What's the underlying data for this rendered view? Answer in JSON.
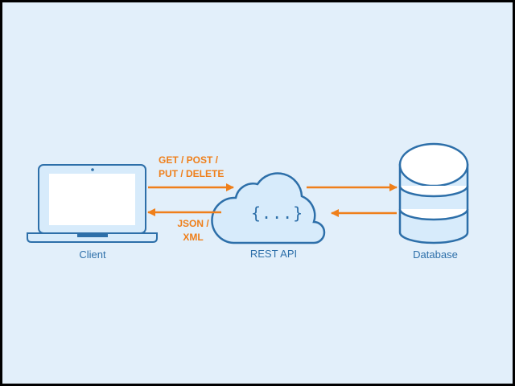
{
  "colors": {
    "background": "#e2effa",
    "stroke": "#2d6fa9",
    "fill": "#d7ebfb",
    "screen": "#ffffff",
    "arrow": "#ef7f1a",
    "frame": "#000000"
  },
  "nodes": {
    "client": {
      "label": "Client",
      "icon": "laptop-icon"
    },
    "api": {
      "label": "REST API",
      "symbol": "{...}",
      "icon": "cloud-icon"
    },
    "database": {
      "label": "Database",
      "icon": "database-icon"
    }
  },
  "edges": {
    "request": {
      "line1": "GET / POST /",
      "line2": "PUT / DELETE"
    },
    "response": {
      "line1": "JSON /",
      "line2": "XML"
    }
  }
}
